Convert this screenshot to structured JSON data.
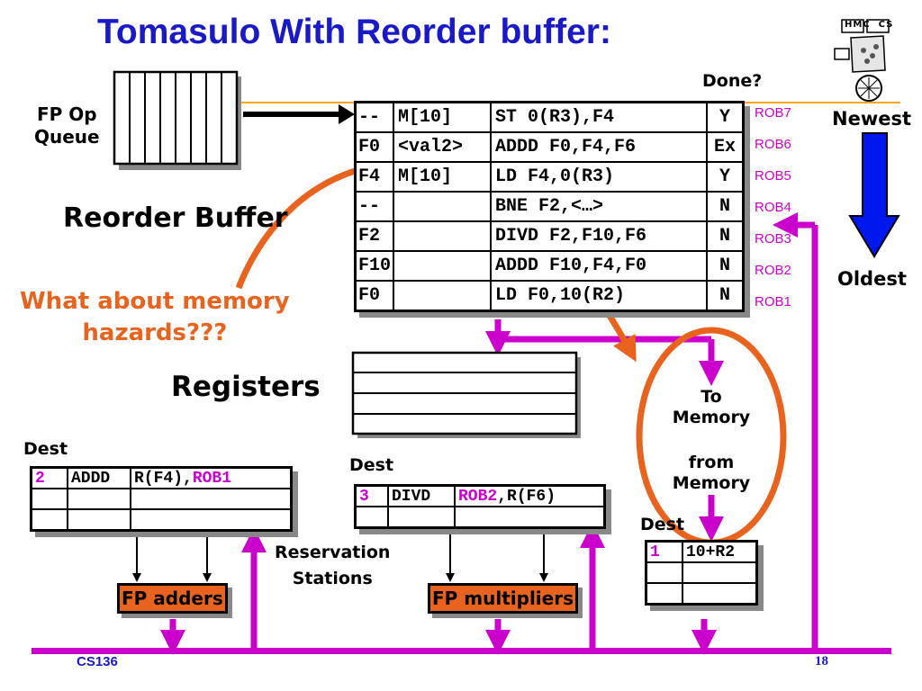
{
  "title": "Tomasulo With Reorder buffer:",
  "fp_queue_label": "FP Op\nQueue",
  "reorder_buffer_label": "Reorder Buffer",
  "done_label": "Done?",
  "newest_label": "Newest",
  "oldest_label": "Oldest",
  "question": "What about memory\nhazards???",
  "registers_label": "Registers",
  "to_memory_label": "To\nMemory",
  "from_memory_label": "from\nMemory",
  "reservation_stations_label": "Reservation\nStations",
  "fp_adders_label": "FP adders",
  "fp_multipliers_label": "FP multipliers",
  "footer_left": "CS136",
  "footer_right": "18",
  "reorder_buffer": [
    {
      "dest": "--",
      "value": "M[10]",
      "instruction": "ST 0(R3),F4",
      "done": "Y",
      "tag": "ROB7"
    },
    {
      "dest": "F0",
      "value": "<val2>",
      "instruction": "ADDD F0,F4,F6",
      "done": "Ex",
      "tag": "ROB6"
    },
    {
      "dest": "F4",
      "value": "M[10]",
      "instruction": "LD F4,0(R3)",
      "done": "Y",
      "tag": "ROB5"
    },
    {
      "dest": "--",
      "value": "",
      "instruction": "BNE F2,<…>",
      "done": "N",
      "tag": "ROB4"
    },
    {
      "dest": "F2",
      "value": "",
      "instruction": "DIVD F2,F10,F6",
      "done": "N",
      "tag": "ROB3"
    },
    {
      "dest": "F10",
      "value": "",
      "instruction": "ADDD F10,F4,F0",
      "done": "N",
      "tag": "ROB2"
    },
    {
      "dest": "F0",
      "value": "",
      "instruction": "LD F0,10(R2)",
      "done": "N",
      "tag": "ROB1"
    }
  ],
  "adder_rs": {
    "dest_label": "Dest",
    "entry": {
      "dest": "2",
      "op": "ADDD",
      "operand_black": "R(F4),",
      "operand_tag": "ROB1"
    }
  },
  "mult_rs": {
    "dest_label": "Dest",
    "entry": {
      "dest": "3",
      "op": "DIVD",
      "operand_tag": "ROB2",
      "operand_black": ",R(F6)"
    }
  },
  "mem_rs": {
    "dest_label": "Dest",
    "entry": {
      "dest": "1",
      "value": "10+R2"
    }
  },
  "colors": {
    "title": "#1919c8",
    "bus": "#cc00cc",
    "accent": "#e8641e",
    "line": "#f5a623"
  }
}
